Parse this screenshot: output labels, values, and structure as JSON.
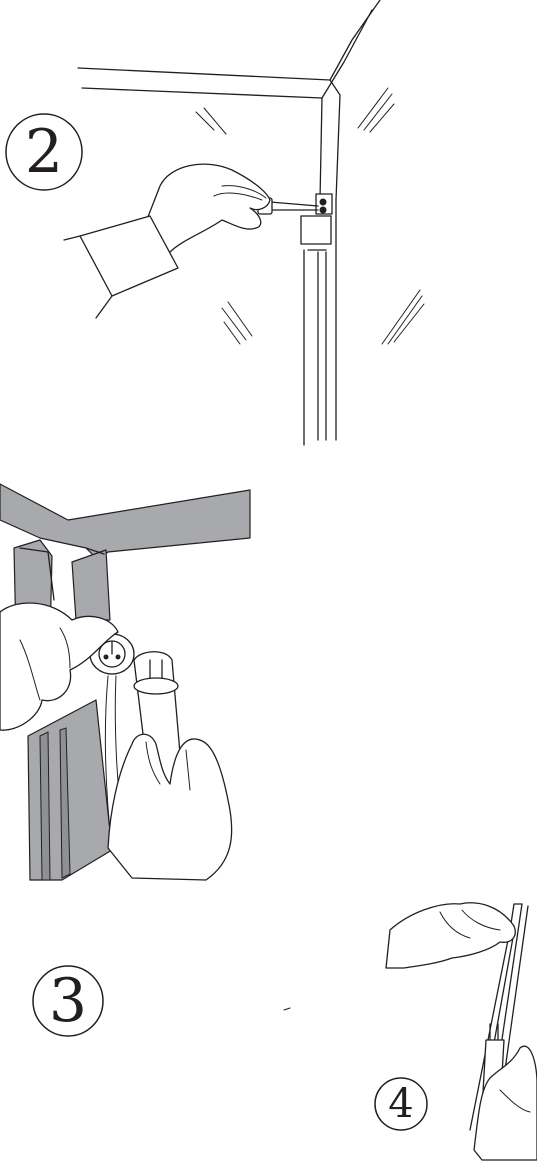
{
  "steps": [
    {
      "number": "2"
    },
    {
      "number": "3"
    },
    {
      "number": "4"
    }
  ],
  "colors": {
    "line": "#231f20",
    "frame_gray": "#a7a9ac",
    "background": "#ffffff"
  }
}
